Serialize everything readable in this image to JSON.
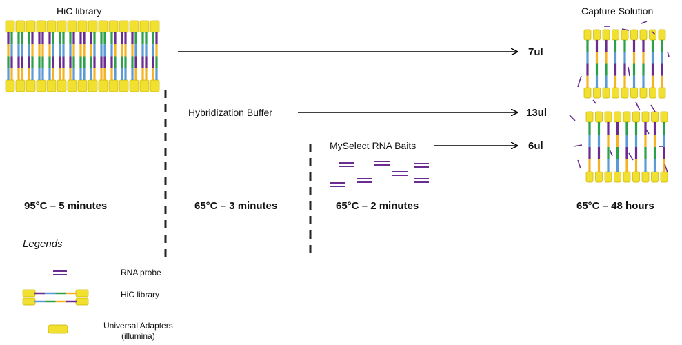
{
  "titles": {
    "hic_library": "HiC library",
    "capture_solution": "Capture Solution"
  },
  "steps": {
    "hybridization_buffer": "Hybridization Buffer",
    "myselect_baits": "MySelect RNA Baits"
  },
  "volumes": {
    "v1": "7ul",
    "v2": "13ul",
    "v3": "6ul"
  },
  "temperatures": {
    "t1": "95°C – 5 minutes",
    "t2": "65°C – 3 minutes",
    "t3": "65°C –  2 minutes",
    "t4": "65°C –  48 hours"
  },
  "legend": {
    "heading": "Legends",
    "rna_probe": "RNA probe",
    "hic_library": "HiC library",
    "adapters_line1": "Universal Adapters",
    "adapters_line2": "(illumina)"
  },
  "colors": {
    "adapter_yellow": "#f2e030",
    "adapter_border": "#c8b400",
    "purple": "#6a2c91",
    "blue": "#5b9bd5",
    "green": "#2aa04a",
    "orange": "#f5b324"
  }
}
